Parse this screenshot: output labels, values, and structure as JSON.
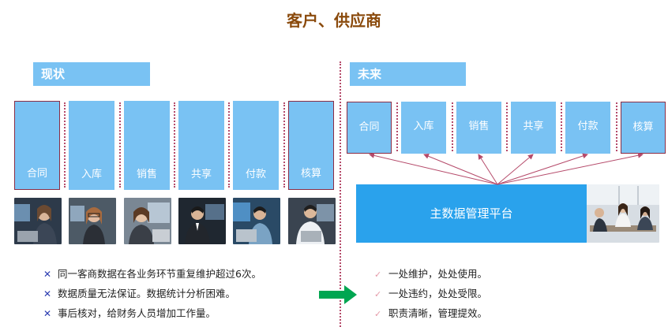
{
  "title": "客户、供应商",
  "current": {
    "header": "现状",
    "modules": [
      "合同",
      "入库",
      "销售",
      "共享",
      "付款",
      "核算"
    ],
    "issues": [
      "同一客商数据在各业务环节重复维护超过6次。",
      "数据质量无法保证。数据统计分析困难。",
      "事后核对，给财务人员增加工作量。"
    ]
  },
  "future": {
    "header": "未来",
    "modules": [
      "合同",
      "入库",
      "销售",
      "共享",
      "付款",
      "核算"
    ],
    "platform": "主数据管理平台",
    "benefits": [
      "一处维护，处处使用。",
      "一处违约，处处受限。",
      "职责清晰，管理提效。"
    ]
  },
  "colors": {
    "title": "#8a4a0c",
    "box": "#79c2f3",
    "platform": "#2aa2ec",
    "arrow": "#00a651",
    "connector": "#b54a6a"
  }
}
